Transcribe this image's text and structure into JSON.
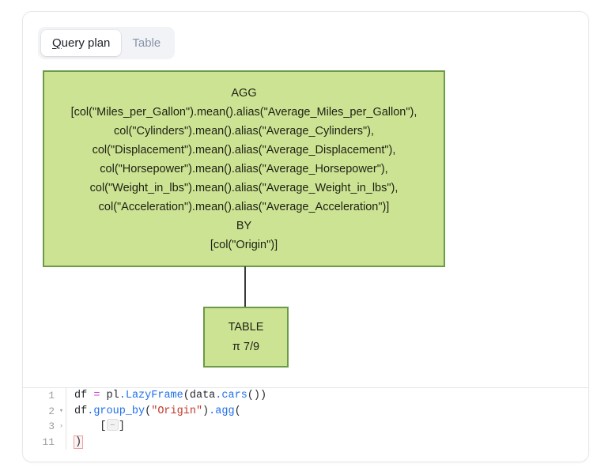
{
  "tabs": [
    {
      "label": "Query plan",
      "accesskey": "Q",
      "rest": "uery plan",
      "active": true
    },
    {
      "label": "Table",
      "active": false
    }
  ],
  "diagram": {
    "nodes": {
      "agg": {
        "title": "AGG",
        "lines": [
          "[col(\"Miles_per_Gallon\").mean().alias(\"Average_Miles_per_Gallon\"),",
          "col(\"Cylinders\").mean().alias(\"Average_Cylinders\"),",
          "col(\"Displacement\").mean().alias(\"Average_Displacement\"),",
          "col(\"Horsepower\").mean().alias(\"Average_Horsepower\"),",
          "col(\"Weight_in_lbs\").mean().alias(\"Average_Weight_in_lbs\"),",
          "col(\"Acceleration\").mean().alias(\"Average_Acceleration\")]"
        ],
        "by_keyword": "BY",
        "by_expr": "[col(\"Origin\")]",
        "fill": "#cde394",
        "stroke": "#6b9a48"
      },
      "table": {
        "title": "TABLE",
        "projection": "π 7/9",
        "fill": "#cde394",
        "stroke": "#6b9a48"
      }
    },
    "edge_color": "#3b3b3b"
  },
  "editor": {
    "lines": [
      {
        "number": "1",
        "fold": "",
        "tokens": [
          {
            "text": "df ",
            "cls": "t-plain"
          },
          {
            "text": "=",
            "cls": "t-op"
          },
          {
            "text": " pl",
            "cls": "t-plain"
          },
          {
            "text": ".",
            "cls": "t-punct"
          },
          {
            "text": "LazyFrame",
            "cls": "t-fn"
          },
          {
            "text": "(data",
            "cls": "t-plain"
          },
          {
            "text": ".",
            "cls": "t-punct"
          },
          {
            "text": "cars",
            "cls": "t-fn"
          },
          {
            "text": "())",
            "cls": "t-plain"
          }
        ]
      },
      {
        "number": "2",
        "fold": "▾",
        "tokens": [
          {
            "text": "df",
            "cls": "t-plain"
          },
          {
            "text": ".",
            "cls": "t-punct"
          },
          {
            "text": "group_by",
            "cls": "t-fn"
          },
          {
            "text": "(",
            "cls": "t-plain"
          },
          {
            "text": "\"Origin\"",
            "cls": "t-str"
          },
          {
            "text": ")",
            "cls": "t-plain"
          },
          {
            "text": ".",
            "cls": "t-punct"
          },
          {
            "text": "agg",
            "cls": "t-fn"
          },
          {
            "text": "(",
            "cls": "t-plain"
          }
        ]
      },
      {
        "number": "3",
        "fold": "›",
        "folded": true,
        "prefix": "    [",
        "widget": "…",
        "suffix": "]"
      },
      {
        "number": "11",
        "fold": "",
        "bracket": ")"
      }
    ]
  }
}
